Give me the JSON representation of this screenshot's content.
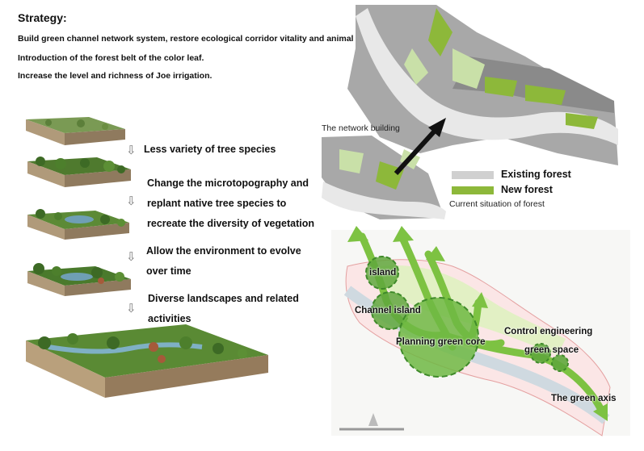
{
  "strategy": {
    "title": "Strategy:",
    "lines": [
      "Build green channel network system, restore ecological corridor vitality and animal channel.",
      "Introduction of the forest belt of the color leaf.",
      "Increase the level and richness of Joe irrigation."
    ]
  },
  "steps": [
    {
      "label_lines": [
        "Less variety of tree species"
      ]
    },
    {
      "label_lines": [
        "Change the microtopography and",
        "replant native tree species to",
        "recreate the diversity of vegetation"
      ]
    },
    {
      "label_lines": [
        "Allow the environment to evolve",
        "over time"
      ]
    },
    {
      "label_lines": [
        "Diverse landscapes and related",
        "activities"
      ]
    }
  ],
  "top_map": {
    "annotation": "The network building",
    "legend": [
      {
        "label": "Existing forest",
        "color": "#d0d0d0"
      },
      {
        "label": "New forest",
        "color": "#8db83a"
      }
    ],
    "caption": "Current situation of forest"
  },
  "plan": {
    "labels": {
      "island": "island",
      "channel_island": "Channel island",
      "planning_green_core": "Planning green core",
      "control_engineering": "Control engineering",
      "green_space": "green space",
      "green_axis": "The green axis"
    }
  },
  "icons": {
    "step_arrow": "down-arrow-icon"
  },
  "colors": {
    "green_accent": "#7dc242",
    "dark_green": "#3f8a2a"
  }
}
